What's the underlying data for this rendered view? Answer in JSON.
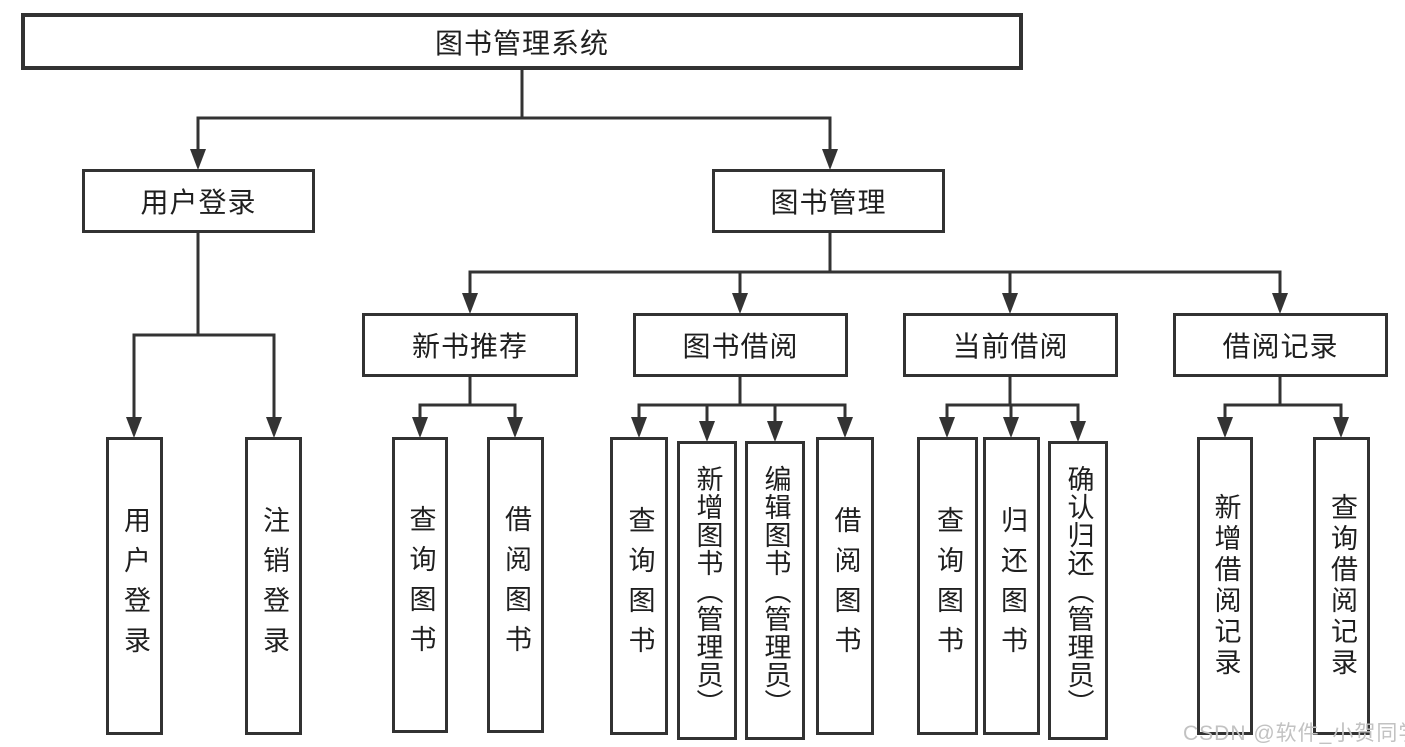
{
  "tree": {
    "root": {
      "label": "图书管理系统",
      "children": [
        {
          "label": "用户登录",
          "children": [
            {
              "label": "用户登录"
            },
            {
              "label": "注销登录"
            }
          ]
        },
        {
          "label": "图书管理",
          "children": [
            {
              "label": "新书推荐",
              "children": [
                {
                  "label": "查询图书"
                },
                {
                  "label": "借阅图书"
                }
              ]
            },
            {
              "label": "图书借阅",
              "children": [
                {
                  "label": "查询图书"
                },
                {
                  "label": "新增图书（管理员）"
                },
                {
                  "label": "编辑图书（管理员）"
                },
                {
                  "label": "借阅图书"
                }
              ]
            },
            {
              "label": "当前借阅",
              "children": [
                {
                  "label": "查询图书"
                },
                {
                  "label": "归还图书"
                },
                {
                  "label": "确认归还（管理员）"
                }
              ]
            },
            {
              "label": "借阅记录",
              "children": [
                {
                  "label": "新增借阅记录"
                },
                {
                  "label": "查询借阅记录"
                }
              ]
            }
          ]
        }
      ]
    }
  },
  "watermark": "CSDN @软件_小贺同学",
  "colors": {
    "line": "#333333",
    "box_border": "#323232",
    "text": "#1f1f1f",
    "watermark": "#c2c2c2",
    "background": "#ffffff"
  }
}
